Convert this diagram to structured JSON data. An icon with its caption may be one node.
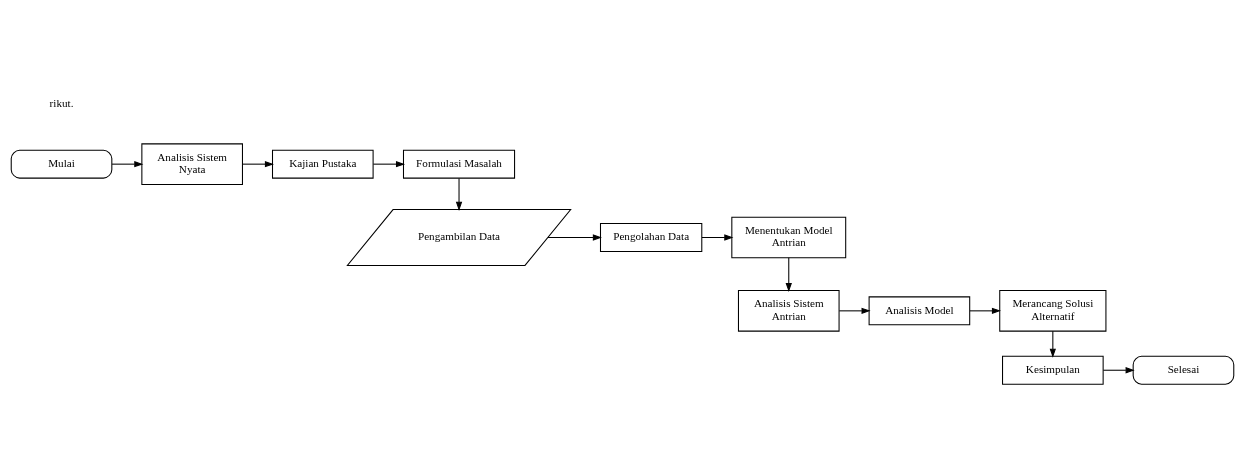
{
  "diagram": {
    "nodes": [
      {
        "text": [
          "Mulai"
        ]
      },
      {
        "text": [
          "Analisis Sistem Nyata"
        ]
      },
      {
        "text": [
          "Kajian Pustaka"
        ]
      },
      {
        "text": [
          "Formulasi Masalah"
        ]
      },
      {
        "text": [
          "Pengambilan Data"
        ]
      },
      {
        "text": [
          "Pengolahan Data"
        ]
      },
      {
        "text": [
          "Menentukan Model Antrian"
        ]
      },
      {
        "text": [
          "Analisis Sistem Antrian"
        ]
      },
      {
        "text": [
          "Analisis Model"
        ]
      },
      {
        "text": [
          "Merancang Solusi Alternatif"
        ]
      },
      {
        "text": [
          "Kesimpulan"
        ]
      },
      {
        "text": [
          "Selesai"
        ]
      }
    ],
    "edges": [
      {
        "from": 0,
        "to": 1,
        "arrow": "to"
      },
      {
        "from": 1,
        "to": 2,
        "arrow": "to"
      },
      {
        "from": 2,
        "to": 3,
        "arrow": "to"
      },
      {
        "from": 3,
        "to": 4,
        "arrow": "to"
      },
      {
        "from": 4,
        "to": 5,
        "arrow": "to"
      },
      {
        "from": 5,
        "to": 6,
        "arrow": "to"
      },
      {
        "from": 6,
        "to": 7,
        "arrow": "to"
      },
      {
        "from": 7,
        "to": 8,
        "arrow": "to"
      },
      {
        "from": 8,
        "to": 9,
        "arrow": "to"
      },
      {
        "from": 9,
        "to": 10,
        "arrow": "to"
      },
      {
        "from": 10,
        "to": 11,
        "arrow": "to"
      }
    ],
    "labels": [
      "rikut."
    ]
  }
}
